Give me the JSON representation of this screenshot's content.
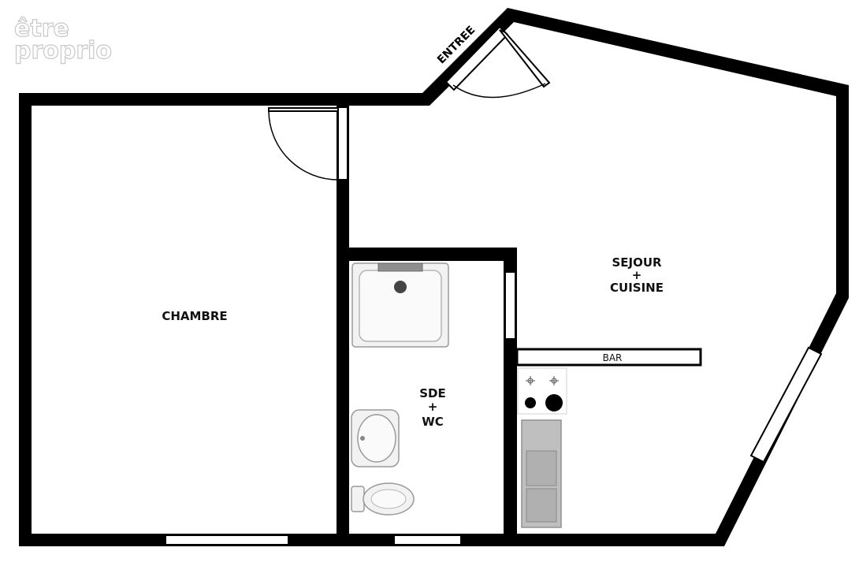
{
  "watermark": {
    "line1": "être",
    "line2": "proprio"
  },
  "rooms": {
    "chambre": "CHAMBRE",
    "sejour": {
      "line1": "SEJOUR",
      "line2": "+",
      "line3": "CUISINE"
    },
    "sde": {
      "line1": "SDE",
      "line2": "+",
      "line3": "WC"
    }
  },
  "labels": {
    "entree": "ENTREE",
    "bar": "BAR"
  }
}
